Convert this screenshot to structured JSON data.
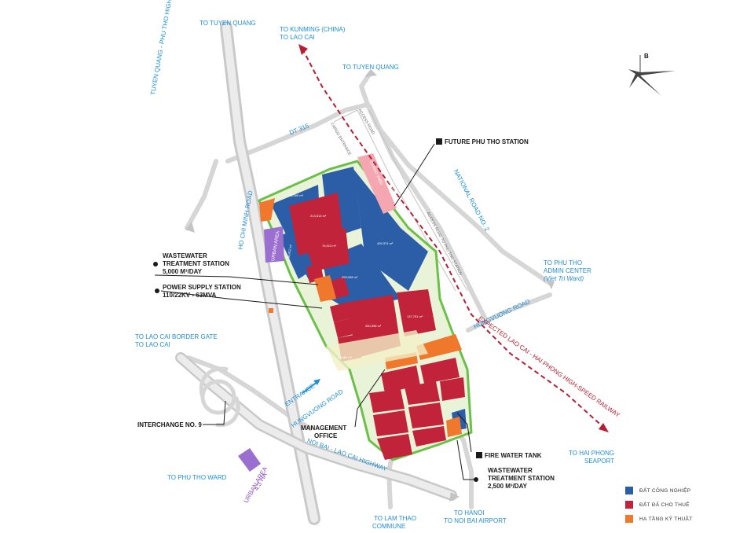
{
  "labels": {
    "to_tuyen_quang_top": "TO TUYEN QUANG",
    "to_kunming": "TO KUNMING (CHINA)",
    "to_lao_cai_top": "TO LAO CAI",
    "to_tuyen_quang_2": "TO TUYEN QUANG",
    "tuyen_quang_phu_tho_highway": "TUYEN QUANG - PHU THO HIGHWAY",
    "dt315": "DT 315",
    "cargo_entrance": "CARGO ENTRANCE",
    "access_road": "ACCESS ROAD",
    "access_road_station": "ACCESS ROAD TO PHU THO STATION",
    "future_station": "FUTURE PHU THO STATION",
    "national_road": "NATIONAL ROAD NO. 2",
    "ho_chi_minh_road": "HO CHI MINH ROAD",
    "urban_area": "URBAN AREA",
    "wastewater_1_title": "WASTEWATER",
    "wastewater_1_line2": "TREATMENT STATION",
    "wastewater_1_cap": "5,000 M³/DAY",
    "power_title": "POWER SUPPLY STATION",
    "power_cap": "110/22KV - 63MVA",
    "to_phu_tho_admin": "TO PHU THO",
    "admin_center": "ADMIN CENTER",
    "viet_tri": "(Viet Tri Ward)",
    "hungvuong_road_1": "HUNGVUONG ROAD",
    "expected_railway": "EXPECTED LAO CAI - HAI PHONG HIGH-SPEED RAILWAY",
    "to_lao_cai_border": "TO LAO CAI BORDER GATE",
    "to_lao_cai": "TO LAO CAI",
    "entrance": "ENTRANCE",
    "hungvuong_road_2": "HUNGVUONG ROAD",
    "management_office_1": "MANAGEMENT",
    "management_office_2": "OFFICE",
    "interchange": "INTERCHANGE NO. 9",
    "fire_water_tank": "FIRE WATER TANK",
    "to_hai_phong": "TO HAI PHONG",
    "seaport": "SEAPORT",
    "noibai_laocai": "NOI BAI - LAO CAI HIGHWAY",
    "wastewater_2_title": "WASTEWATER",
    "wastewater_2_line2": "TREATMENT STATION",
    "wastewater_2_cap": "2,500 M³/DAY",
    "to_phu_tho_ward": "TO PHU THO WARD",
    "urban_area_2": "URBAN AREA",
    "urban_area_2_size": "4.3 HA",
    "to_lam_thao": "TO LAM THAO",
    "commune": "COMMUNE",
    "to_hanoi": "TO HANOI",
    "to_noi_bai": "TO NOI BAI AIRPORT",
    "compass": "B",
    "station_cargo": "CARGO YARD",
    "station_name": "STATION"
  },
  "plots": {
    "p1": "15,300 m²",
    "p2": "213,513 m²",
    "p3": "76,913 m²",
    "p4": "86,422 m²",
    "p5": "409,374 m²",
    "p6": "259,098 m²",
    "p7": "260,398 m²",
    "p8": "137,751 m²",
    "p9": "26,484 m²"
  },
  "legend": [
    {
      "label": "ĐẤT CÔNG NGHIỆP",
      "color": "#2c5ea8"
    },
    {
      "label": "ĐẤT ĐÃ CHO THUÊ",
      "color": "#c0233a"
    },
    {
      "label": "HẠ TẦNG KỸ THUẬT",
      "color": "#f0782d"
    }
  ],
  "colors": {
    "industrial": "#2c5ea8",
    "leased": "#c0233a",
    "infrastructure": "#f0782d",
    "green_border": "#6cc04a",
    "urban": "#9b6fd0",
    "railway": "#b51f33"
  }
}
